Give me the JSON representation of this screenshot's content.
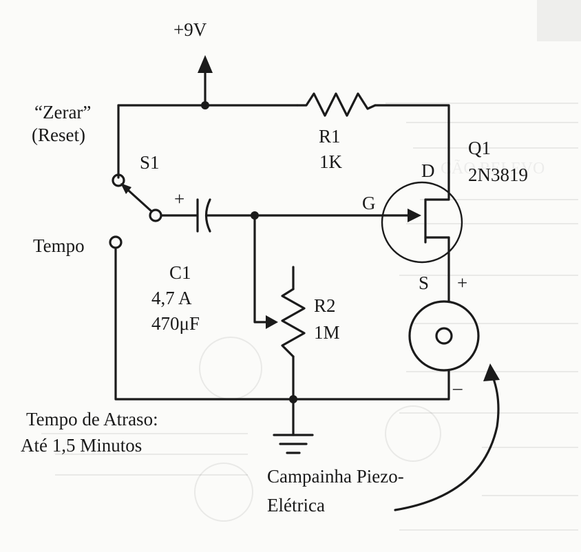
{
  "circuit": {
    "supply": "+9V",
    "reset_label_line1": "“Zerar”",
    "reset_label_line2": "(Reset)",
    "s1_label": "S1",
    "tempo_label": "Tempo",
    "plus_c1": "+",
    "r1_name": "R1",
    "r1_value": "1K",
    "q1_name": "Q1",
    "q1_part": "2N3819",
    "gate_label": "G",
    "drain_label": "D",
    "source_label": "S",
    "c1_name": "C1",
    "c1_voltage": "4,7 A",
    "c1_value": "470μF",
    "r2_name": "R2",
    "r2_value": "1M",
    "buzzer_plus": "+",
    "buzzer_minus": "–",
    "delay_line1": "Tempo de Atraso:",
    "delay_line2": "Até 1,5 Minutos",
    "buzzer_line1": "Campainha Piezo-",
    "buzzer_line2": "Elétrica"
  }
}
